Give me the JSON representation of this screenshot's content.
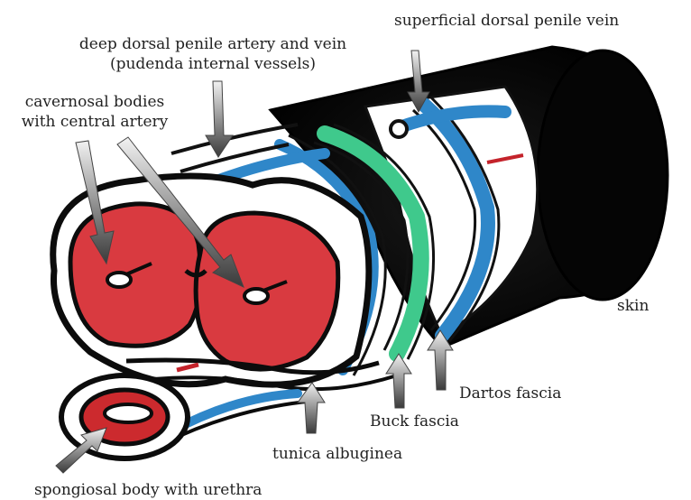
{
  "labels": {
    "superficial_vein": "superficial dorsal penile vein",
    "deep_vessels_line1": "deep dorsal penile artery and vein",
    "deep_vessels_line2": "(pudenda internal vessels)",
    "cavernosal_line1": "cavernosal bodies",
    "cavernosal_line2": "with central artery",
    "skin": "skin",
    "dartos": "Dartos fascia",
    "buck": "Buck fascia",
    "tunica": "tunica albuginea",
    "spongiosal": "spongiosal body with urethra"
  },
  "colors": {
    "outline": "#0c0c0c",
    "cavernosal_red": "#d93a40",
    "spongiosal_red": "#cc2a2e",
    "fascia_blue": "#2f87c9",
    "buck_green": "#3fc98c",
    "skin_black": "#080808",
    "arrow_gray": "#6e6e6e"
  }
}
